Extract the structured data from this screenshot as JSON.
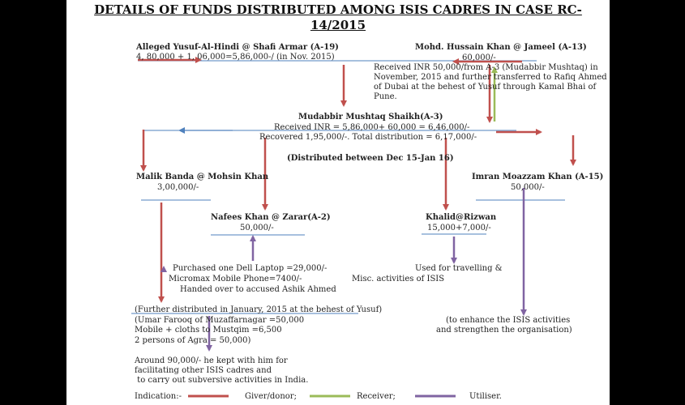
{
  "title_line1": "DETAILS OF FUNDS DISTRIBUTED AMONG ISIS CADRES IN CASE RC-",
  "title_line2": "14/2015",
  "nodes": {
    "yusuf": {
      "name": "Alleged Yusuf-Al-Hindi @ Shafi Armar (A-19)",
      "amount": "4, 80,000 + 1, 06,000=5,86,000-/ (in Nov. 2015)"
    },
    "hussain": {
      "name": "Mohd. Hussain Khan @ Jameel (A-13)",
      "amount": "60,000/-",
      "note": [
        "Received INR 50,000/from A-3 (Mudabbir Mushtaq) in",
        "November, 2015 and further transferred to Rafiq Ahmed",
        "of Dubai at the behest of Yusuf through Kamal Bhai of",
        "Pune."
      ]
    },
    "mudabbir": {
      "name": "Mudabbir Mushtaq Shaikh(A-3)",
      "received": "Received INR = 5,86,000+ 60,000 = 6,46,000/-",
      "recovered": "Recovered 1,95,000/-. Total distribution = 6,17,000/-",
      "period": "(Distributed between Dec 15-Jan 16)"
    },
    "malik": {
      "name": "Malik Banda @ Mohsin Khan",
      "amount": "3,00,000/-"
    },
    "imran": {
      "name": "Imran Moazzam Khan (A-15)",
      "amount": "50,000/-"
    },
    "nafees": {
      "name": "Nafees Khan @ Zarar(A-2)",
      "amount": "50,000/-",
      "use": [
        "Purchased one Dell Laptop =29,000/-",
        "Micromax Mobile Phone=7400/-",
        "Handed over to accused Ashik Ahmed"
      ]
    },
    "khalid": {
      "name": "Khalid@Rizwan",
      "amount": "15,000+7,000/-",
      "use": [
        "Used for travelling &",
        "Misc. activities of ISIS"
      ]
    }
  },
  "malik_detail": [
    "(Further distributed in January, 2015 at the behest of Yusuf)",
    "(Umar Farooq of Muzaffarnagar =50,000",
    "Mobile + cloths to Mustqim =6,500",
    "2 persons of Agra = 50,000)"
  ],
  "malik_kept": [
    "Around 90,000/- he kept with him for",
    "facilitating other ISIS cadres and",
    " to carry out subversive activities in India."
  ],
  "imran_use": [
    "(to enhance the ISIS activities",
    "and strengthen the organisation)"
  ],
  "legend": {
    "indication": "Indication:-",
    "giver": "Giver/donor;",
    "receiver": "Receiver;",
    "utiliser": "Utiliser."
  },
  "colors": {
    "giver": "#c0504d",
    "receiver": "#9bbb59",
    "utiliser": "#8064a2",
    "divider": "#4f81bd"
  }
}
